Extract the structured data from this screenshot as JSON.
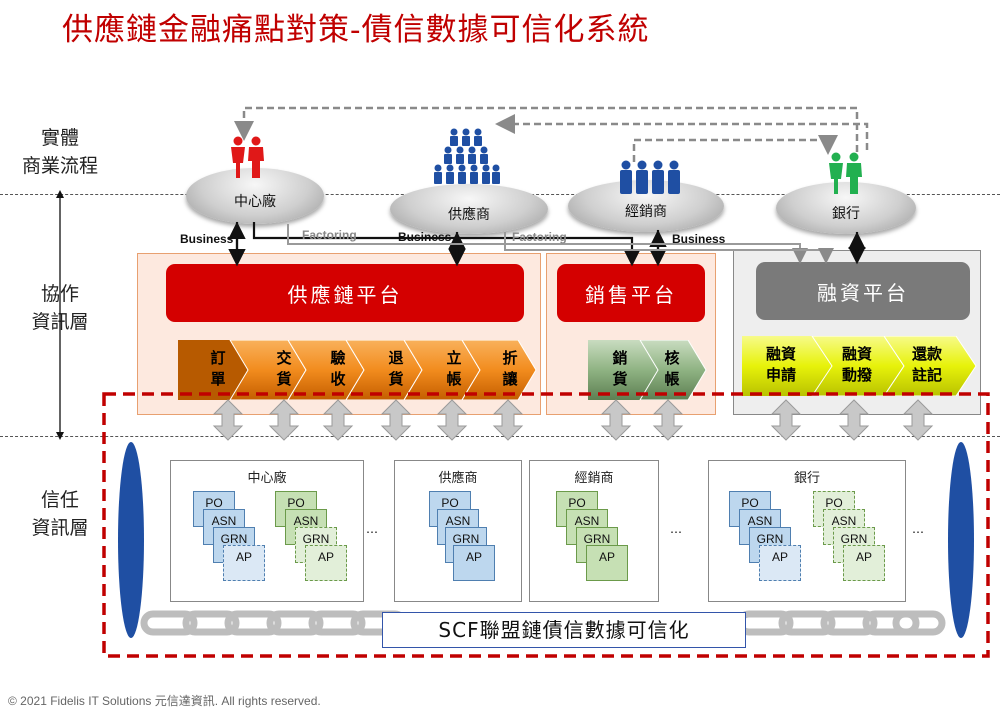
{
  "title": "供應鏈金融痛點對策-債信數據可信化系統",
  "layers": {
    "physical": "實體\n商業流程",
    "collab": "協作\n資訊層",
    "trust": "信任\n資訊層"
  },
  "entities": {
    "center": "中心廠",
    "supplier": "供應商",
    "distributor": "經銷商",
    "bank": "銀行"
  },
  "edge_labels": {
    "business1": "Business",
    "factoring1": "Factoring",
    "business2": "Business",
    "factoring2": "Factoring",
    "business3": "Business"
  },
  "platforms": {
    "supply_chain": "供應鏈平台",
    "sales": "銷售平台",
    "finance": "融資平台"
  },
  "flows": {
    "supply": [
      "訂\n單",
      "交\n貨",
      "驗\n收",
      "退\n貨",
      "立\n帳",
      "折\n讓"
    ],
    "sales": [
      "銷\n貨",
      "核\n帳"
    ],
    "finance": [
      "融資\n申請",
      "融資\n動撥",
      "還款\n註記"
    ]
  },
  "nodes": {
    "center": "中心廠",
    "supplier": "供應商",
    "distributor": "經銷商",
    "bank": "銀行"
  },
  "docs": {
    "po": "PO",
    "asn": "ASN",
    "grn": "GRN",
    "ap": "AP"
  },
  "ellipsis": "…",
  "chain_label": "SCF聯盟鏈債信數據可信化",
  "footer": "© 2021 Fidelis IT Solutions 元信達資訊. All rights reserved.",
  "colors": {
    "title": "#c00000",
    "platform_red": "#d40000",
    "platform_grey": "#7a7a7a",
    "flow_orange": "#f28c1e",
    "flow_green": "#8fb383",
    "flow_yellow": "#e7f20a",
    "people_red": "#e01818",
    "people_blue": "#1f4fa3",
    "people_green": "#22b050",
    "trust_border": "#c00000",
    "cylinder": "#1f4fa3"
  }
}
